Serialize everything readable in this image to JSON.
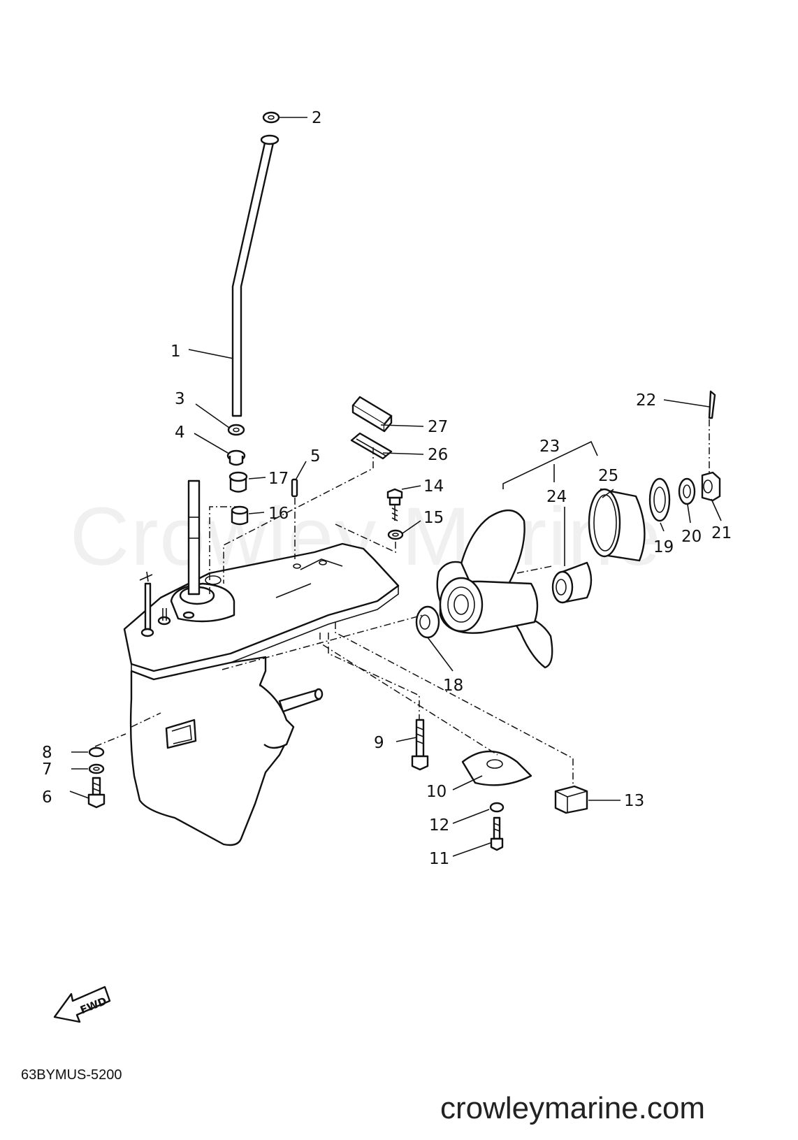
{
  "watermark": "Crowley Marine",
  "diagram_code": "63BYMUS-5200",
  "site": "crowleymarine.com",
  "fwd_label": "FWD",
  "callouts": [
    "1",
    "2",
    "3",
    "4",
    "5",
    "6",
    "7",
    "8",
    "9",
    "10",
    "11",
    "12",
    "13",
    "14",
    "15",
    "16",
    "17",
    "18",
    "19",
    "20",
    "21",
    "22",
    "23",
    "24",
    "25",
    "26",
    "27"
  ]
}
